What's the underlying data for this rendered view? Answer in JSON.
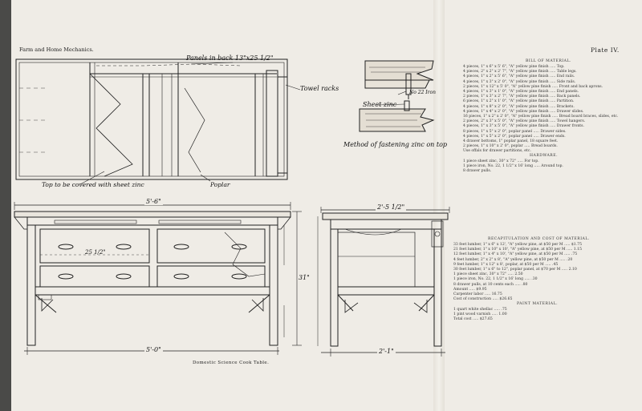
{
  "header": {
    "left": "Farm and Home Mechanics.",
    "right": "Plate IV."
  },
  "labels": {
    "panels": "Panels in back 13\"x25 1/2\"",
    "towel_racks": "Towel racks",
    "no22_iron": "No 22 Iron",
    "sheet_zinc": "Sheet zinc",
    "method": "Method of fastening zinc on top",
    "top_covered": "Top to be covered with sheet zinc",
    "poplar": "Poplar",
    "dim_front": "5'-6\"",
    "dim_side": "2'-5 1/2\"",
    "dim_front_bottom": "5'-0\"",
    "dim_side_bottom": "2'-1\"",
    "dim_drawer": "25 1/2\"",
    "dim_height": "31\"",
    "caption": "Domestic Science Cook Table."
  },
  "bill_of_material": {
    "title": "BILL OF MATERIAL.",
    "lines": [
      "4 pieces, 1\" x 6\" x 5' 6\", \"A\" yellow pine finish ..... Top.",
      "4 pieces, 2\" x 2\" x 2' 7\", \"A\" yellow pine finish ..... Table legs.",
      "4 pieces, 1\" x 2\" x 5' 6\", \"A\" yellow pine finish ..... End rails.",
      "4 pieces, 1\" x 3\" x 2' 0\", \"A\" yellow pine finish ..... Side rails.",
      "2 pieces, 1\" x 12\" x 5' 0\", \"A\" yellow pine finish ..... Front and back aprons.",
      "4 pieces, 1\" x 3\" x 1' 0\", \"A\" yellow pine finish ..... End panels.",
      "2 pieces, 1\" x 3\" x 2' 7\", \"A\" yellow pine finish ..... Back panels.",
      "6 pieces, 1\" x 2\" x 1' 0\", \"A\" yellow pine finish ..... Partition.",
      "4 pieces, 1\" x 8\" x 2' 0\", \"A\" yellow pine finish ..... Brackets.",
      "4 pieces, 1\" x 4\" x 2' 0\", \"A\" yellow pine finish ..... Drawer slides.",
      "16 pieces, 1\" x 2\" x 2' 0\", \"A\" yellow pine finish ..... Bread board braces, slides, etc.",
      "2 pieces, 2\" x 3\" x 5' 0\", \"A\" yellow pine finish ..... Towel hangers.",
      "4 pieces, 1\" x 3\" x 5' 0\", \"A\" yellow pine finish ..... Drawer fronts.",
      "8 pieces, 1\" x 5\" x 2' 0\", poplar panel ..... Drawer sides.",
      "4 pieces, 1\" x 5\" x 2' 0\", poplar panel ..... Drawer ends.",
      "4 drawer bottoms, 1\" poplar panel, 18 square feet.",
      "2 pieces, 1\" x 10\" x 2' 0\", poplar ..... Bread boards.",
      "Use offals for drawer partitions, etc."
    ]
  },
  "hardware": {
    "title": "HARDWARE.",
    "lines": [
      "1 piece sheet zinc, 30\" x 72\" ..... For top.",
      "1 piece iron, No. 22, 1 1/2\" x 16' long ..... Around top.",
      "8 drawer pulls."
    ]
  },
  "recap": {
    "title": "RECAPITULATION AND COST OF MATERIAL.",
    "lines": [
      "33 feet lumber, 1\" x 6\" x 12', \"A\" yellow pine, at $50 per M ..... $1.75",
      "21 feet lumber, 1\" x 10\" x 10', \"A\" yellow pine, at $50 per M ..... 1.15",
      "12 feet lumber, 1\" x 4\" x 10', \"A\" yellow pine, at $50 per M ..... .75",
      "4 feet lumber, 2\" x 2\" x 8', \"A\" yellow pine, at $50 per M ..... .20",
      "9 feet lumber, 1\" x 12\" x 8', poplar, at $50 per M ..... .45",
      "30 feet lumber, 1\" x 6\" to 12\", poplar panel, at $70 per M ..... 2.10",
      "1 piece sheet zinc, 30\" x 72\" ..... 2.50",
      "1 piece iron, No. 22, 1 1/2\" x 16' long ..... .30",
      "8 drawer pulls, at 10 cents each ..... .80",
      "Amount ..... $9.95",
      "Carpenter labor ..... 16.75",
      "Cost of construction ..... $26.65"
    ]
  },
  "paint": {
    "title": "PAINT MATERIAL.",
    "lines": [
      "1 quart white shellac ..... .75",
      "1 pint wood varnish ..... 1.00",
      "Total cost ..... $27.65"
    ]
  }
}
